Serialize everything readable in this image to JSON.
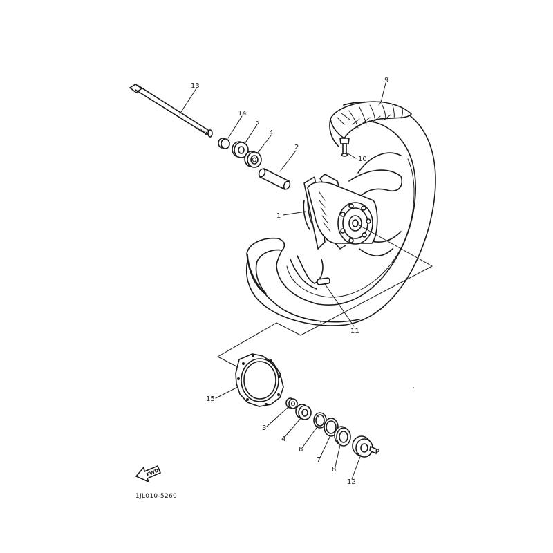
{
  "diagram": {
    "part_code": "1JL010-5260",
    "direction_arrow_label": "FWD",
    "callouts": {
      "p1": "1",
      "p2": "2",
      "p3": "3",
      "p4_upper": "4",
      "p4_lower": "4",
      "p5": "5",
      "p6": "6",
      "p7": "7",
      "p8": "8",
      "p9": "9",
      "p10": "10",
      "p11": "11",
      "p12": "12",
      "p13": "13",
      "p14": "14",
      "p15": "15"
    }
  }
}
